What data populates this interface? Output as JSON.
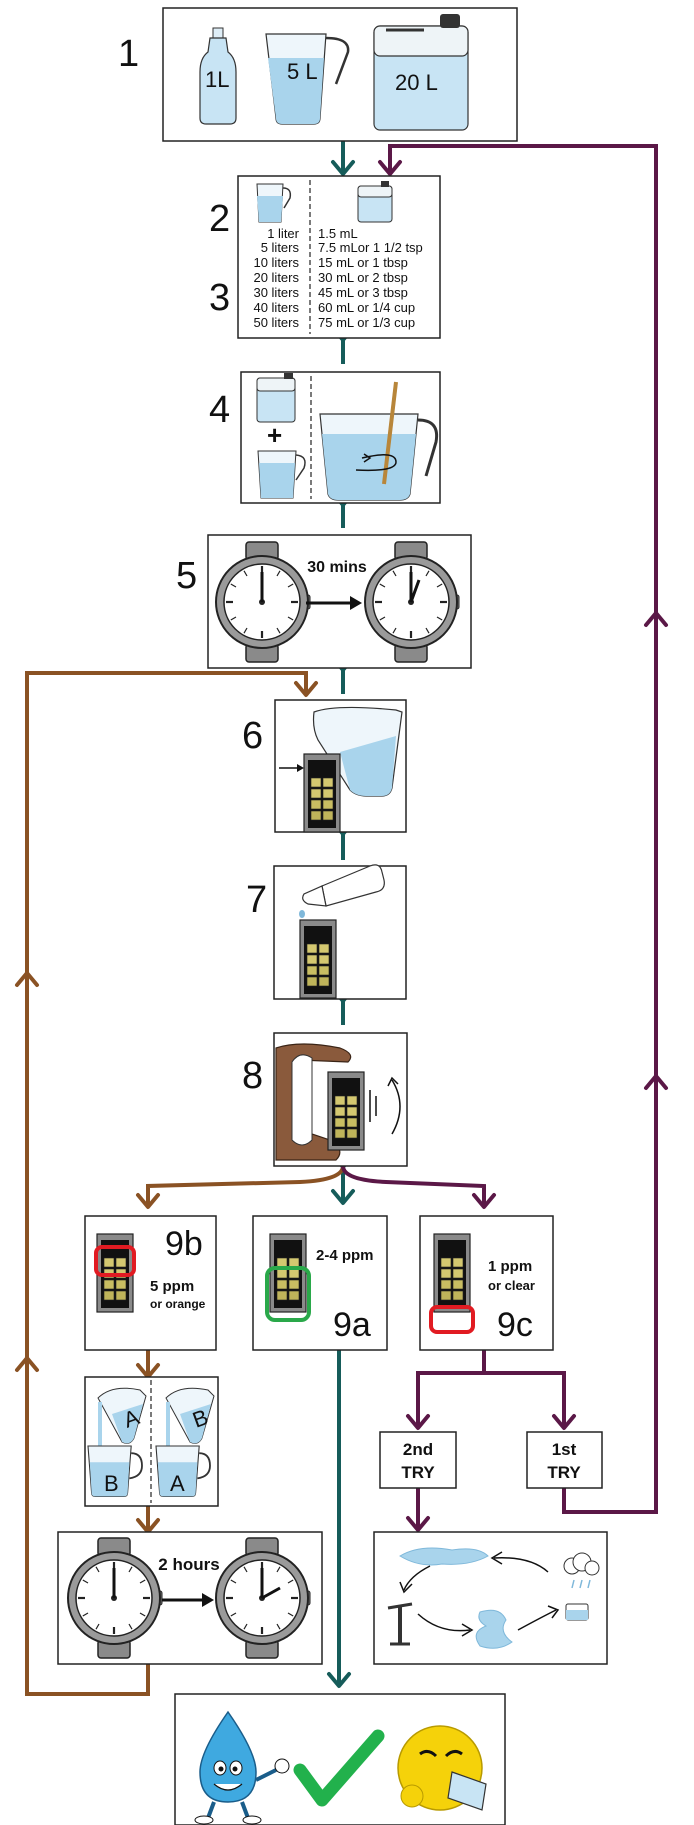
{
  "steps": {
    "s1": {
      "number": "1",
      "containers": [
        "1L",
        "5 L",
        "20 L"
      ]
    },
    "s2": {
      "number": "2"
    },
    "s3": {
      "number": "3"
    },
    "s4": {
      "number": "4",
      "plus": "+"
    },
    "s5": {
      "number": "5",
      "duration": "30 mins"
    },
    "s6": {
      "number": "6"
    },
    "s7": {
      "number": "7"
    },
    "s8": {
      "number": "8"
    },
    "s9a": {
      "number": "9a",
      "reading": "2-4 ppm"
    },
    "s9b": {
      "number": "9b",
      "reading": "5 ppm",
      "reading_note": "or orange",
      "mix_labels": [
        "A",
        "B",
        "B",
        "A"
      ],
      "wait": "2 hours"
    },
    "s9c": {
      "number": "9c",
      "reading": "1 ppm",
      "reading_note": "or clear",
      "first_try": [
        "1st",
        "TRY"
      ],
      "second_try": [
        "2nd",
        "TRY"
      ]
    }
  },
  "dosage_table": [
    {
      "volume": "1 liter",
      "dose": "1.5 mL"
    },
    {
      "volume": "5 liters",
      "dose": "7.5 mLor 1 1/2 tsp"
    },
    {
      "volume": "10 liters",
      "dose": "15 mL or 1 tbsp"
    },
    {
      "volume": "20 liters",
      "dose": "30 mL or 2 tbsp"
    },
    {
      "volume": "30 liters",
      "dose": "45 mL or 3 tbsp"
    },
    {
      "volume": "40 liters",
      "dose": "60 mL or 1/4 cup"
    },
    {
      "volume": "50 liters",
      "dose": "75 mL or 1/3 cup"
    }
  ],
  "colors": {
    "main_flow": "#165c5a",
    "orange_path": "#8a5224",
    "purple_path": "#5b1847",
    "water": "#a9d4ec",
    "water_dark": "#7fb8da",
    "box_border": "#222222",
    "ok_green": "#2aa84a",
    "bad_red": "#e11b22",
    "check_green": "#22b14c",
    "emoji_yellow": "#f5d20a",
    "drop_blue": "#3fa9e0"
  },
  "icons": [
    "bottle-icon",
    "pitcher-icon",
    "jerrycan-icon",
    "watch-icon",
    "test-kit-icon",
    "dropper-icon",
    "hand-shake-icon",
    "water-cycle-icon",
    "water-drop-mascot-icon",
    "checkmark-icon",
    "drinking-emoji-icon"
  ]
}
